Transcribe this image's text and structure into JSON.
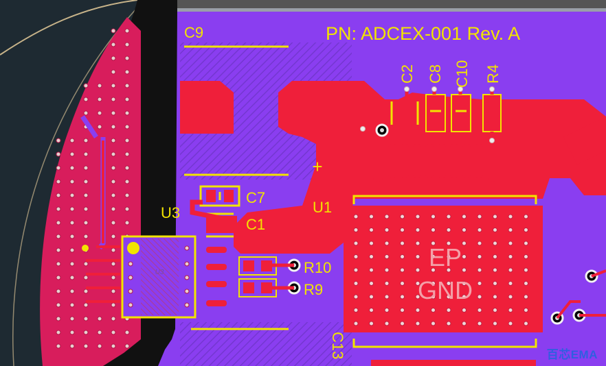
{
  "board": {
    "part_number": "PN: ADCEX-001  Rev. A",
    "designators": {
      "c9": "C9",
      "c2": "C2",
      "c8": "C8",
      "c10": "C10",
      "r4": "R4",
      "c7": "C7",
      "c1": "C1",
      "u3": "U3",
      "u1": "U1",
      "r10": "R10",
      "r9": "R9",
      "c13": "C13",
      "u3_ghost": "U3"
    },
    "exposed_pad": {
      "line1": "EP",
      "line2": "GND"
    },
    "pin1_marker": "+"
  },
  "colors": {
    "background": "#1e2a32",
    "copper_top": "#ef1f3a",
    "copper_pour_outer": "#d81d5c",
    "solder_mask": "#8a3ef0",
    "silkscreen": "#f2e400",
    "via_ring": "#ffffff",
    "keepout_gap": "#111111",
    "outline_arc": "#c8b48a"
  },
  "watermark": "百芯EMA"
}
